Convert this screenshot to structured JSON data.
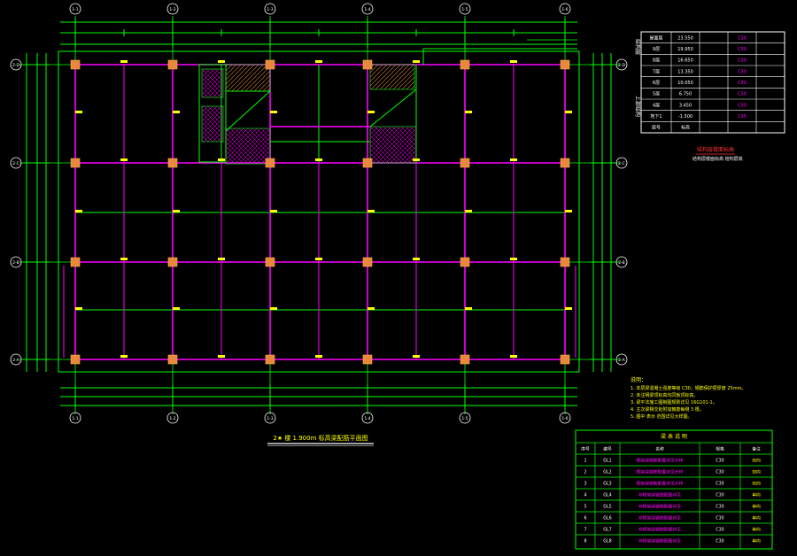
{
  "drawing": {
    "title": "2★ 楼 1.900m 标高梁配筋平面图"
  },
  "grid": {
    "column_labels": [
      "1-1",
      "1-2",
      "1-3",
      "1-4",
      "1-5",
      "1-6"
    ],
    "row_labels": [
      "2-D",
      "2-C",
      "2-B",
      "2-A"
    ]
  },
  "colors": {
    "background": "#000000",
    "grid_line": "#00ff00",
    "beam_line": "#ff00ff",
    "column_fill": "#e8883a",
    "label_yellow": "#ffff00",
    "bubble_stroke": "#ffffff",
    "note_red": "#ff3030"
  },
  "floor_table": {
    "headers": [
      "",
      "",
      "",
      "",
      ""
    ],
    "rows": [
      [
        "屋面层",
        "23.550",
        "",
        "C30",
        ""
      ],
      [
        "9层",
        "19.950",
        "",
        "C30",
        ""
      ],
      [
        "8层",
        "16.650",
        "",
        "C30",
        ""
      ],
      [
        "7层",
        "13.350",
        "",
        "C30",
        ""
      ],
      [
        "6层",
        "10.050",
        "",
        "C30",
        ""
      ],
      [
        "5层",
        "6.750",
        "",
        "C30",
        ""
      ],
      [
        "4层",
        "3.450",
        "",
        "C30",
        ""
      ],
      [
        "地下1",
        "-1.500",
        "",
        "C35",
        ""
      ],
      [
        "层号",
        "标高",
        "",
        "",
        ""
      ]
    ]
  },
  "red_note": {
    "title": "结构层楼面标高",
    "line": "结构层楼面标高 结构层高"
  },
  "notes": {
    "heading": "说明：",
    "items": [
      "1. 本层梁混凝土强度等级 C30，钢筋保护层厚度 25mm。",
      "2. 未注明梁顶标高均同板顶标高。",
      "3. 梁平法施工图制图规则详见 16G101-1。",
      "4. 主次梁相交处附加箍筋每侧 3 根。",
      "5. 图中 表示 范围详见大样图。"
    ]
  },
  "schedule": {
    "title": "梁 表 说 明",
    "headers": [
      "序号",
      "编号",
      "名称",
      "规格",
      "备注"
    ],
    "rows": [
      [
        "1",
        "GL1",
        "框架梁钢筋配置详见大样",
        "C30",
        "双向"
      ],
      [
        "2",
        "GL2",
        "框架梁钢筋配置详见大样",
        "C30",
        "双向"
      ],
      [
        "3",
        "GL3",
        "框架梁钢筋配置详见大样",
        "C30",
        "双向"
      ],
      [
        "4",
        "GL4",
        "非框架梁钢筋配置详见",
        "C30",
        "单向"
      ],
      [
        "5",
        "GL5",
        "非框架梁钢筋配置详见",
        "C30",
        "单向"
      ],
      [
        "6",
        "GL6",
        "非框架梁钢筋配置详见",
        "C30",
        "单向"
      ],
      [
        "7",
        "GL7",
        "非框架梁钢筋配置详见",
        "C30",
        "单向"
      ],
      [
        "8",
        "GL8",
        "非框架梁钢筋配置详见",
        "C30",
        "单向"
      ]
    ]
  }
}
